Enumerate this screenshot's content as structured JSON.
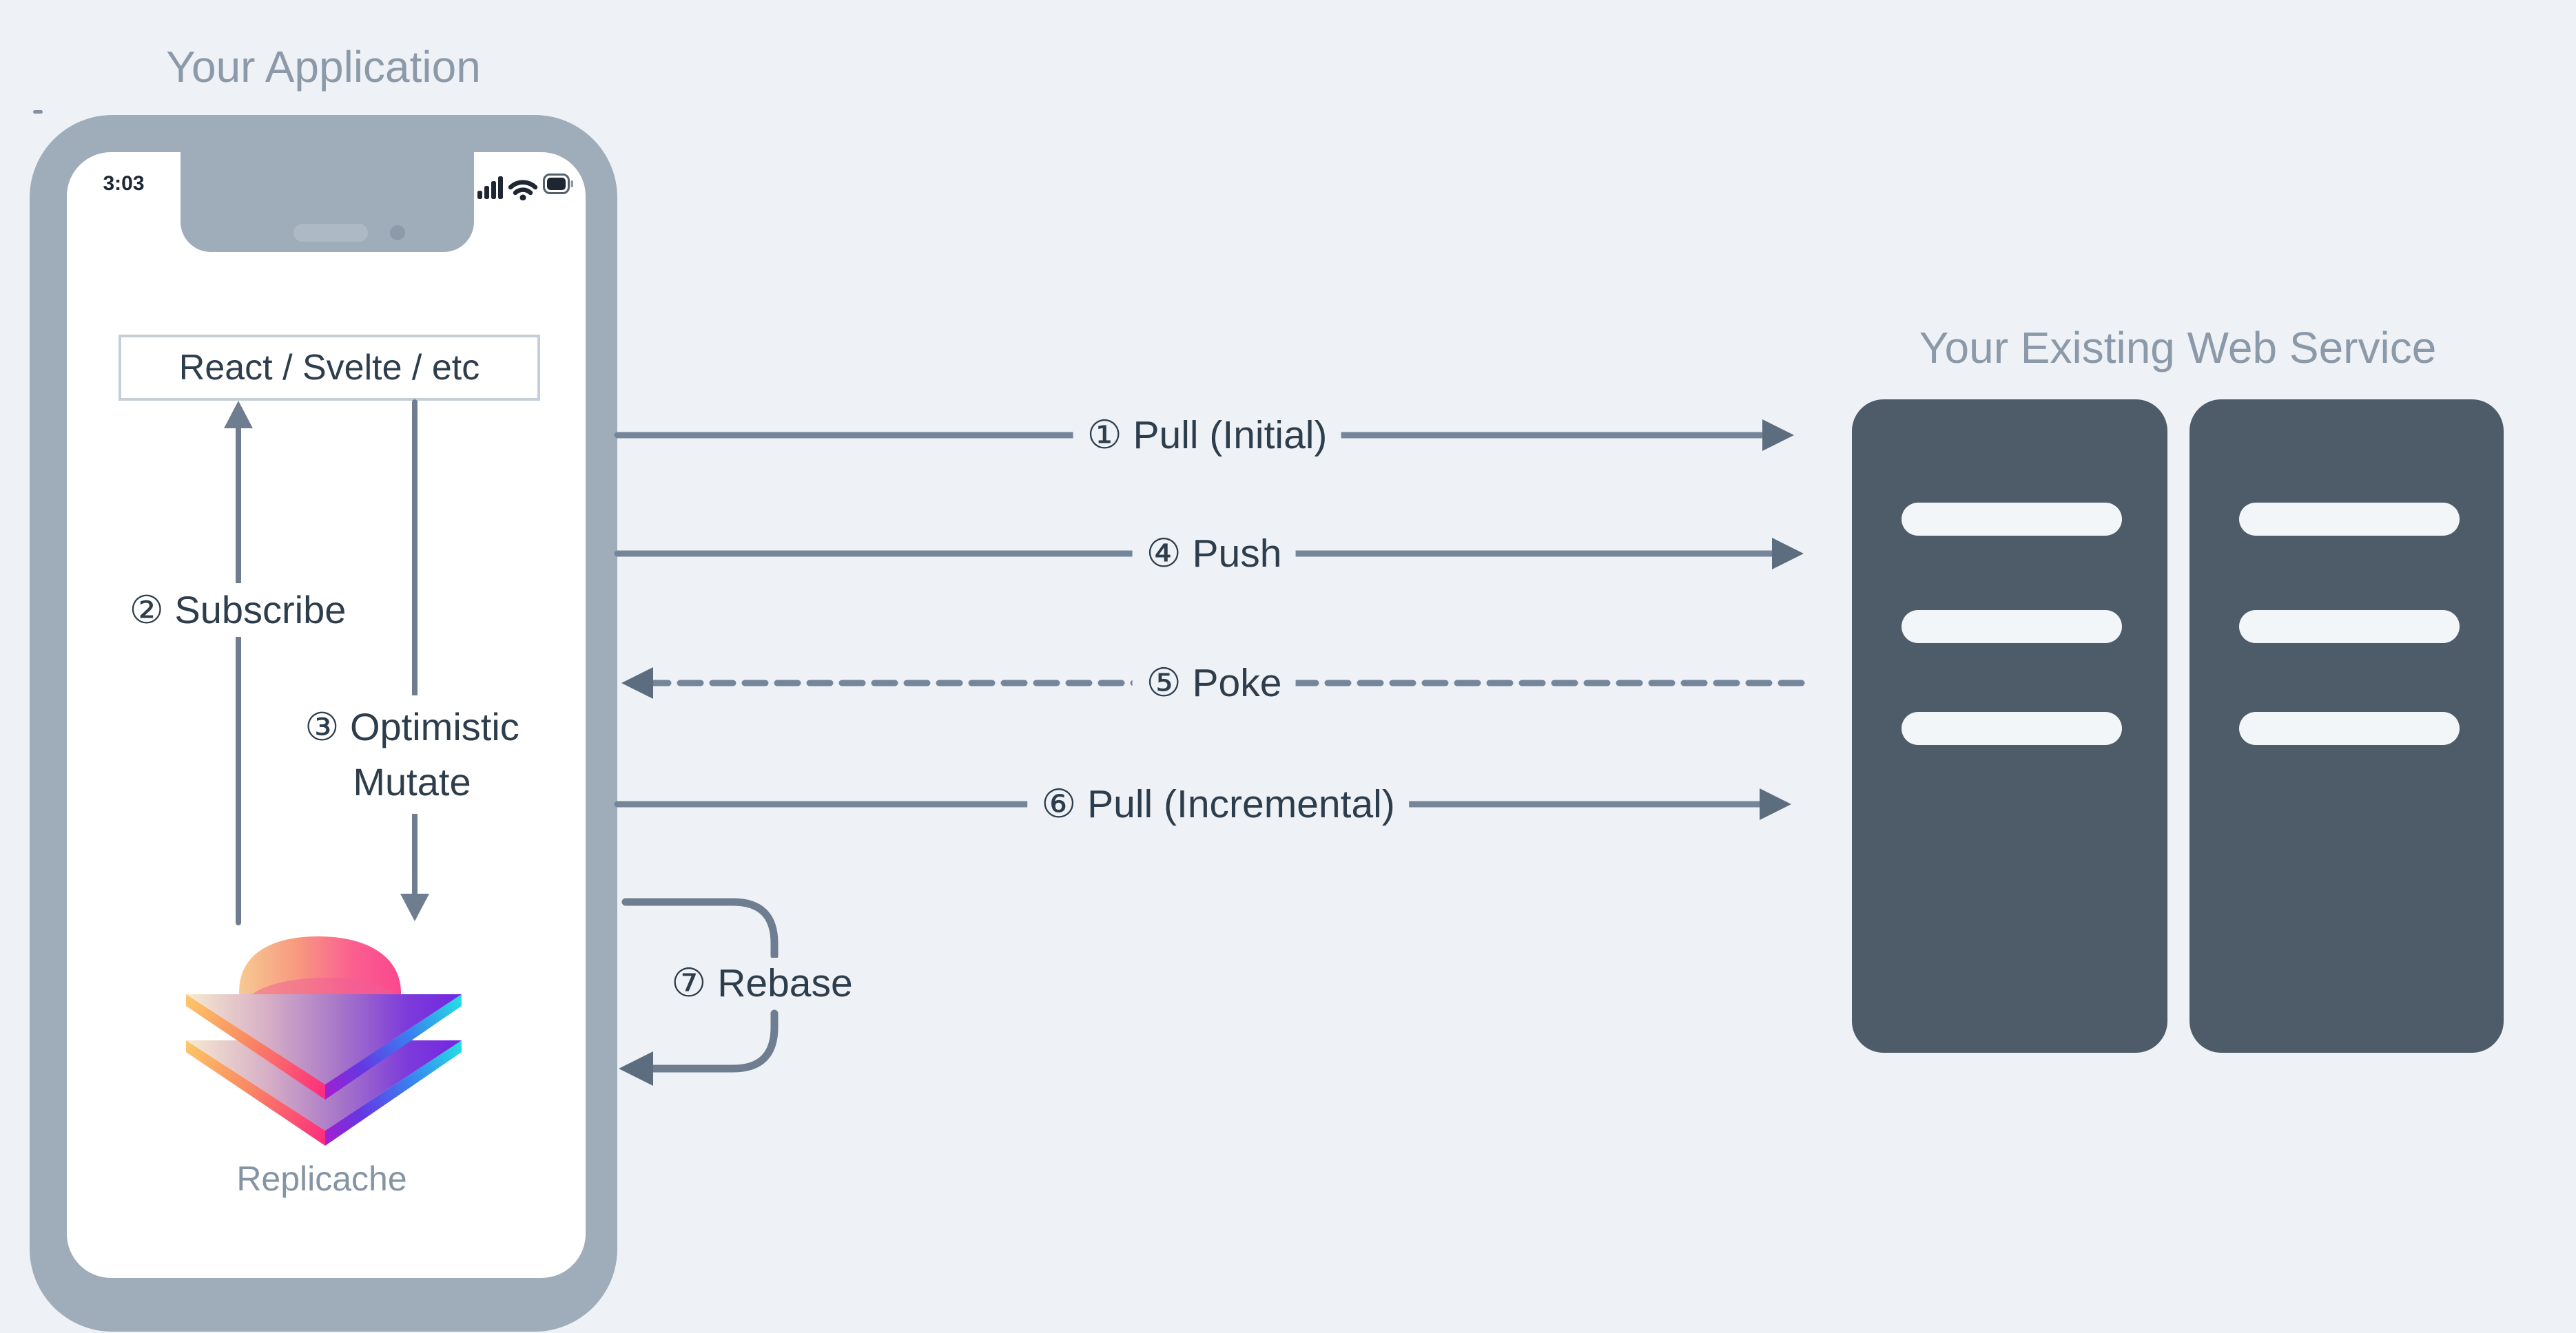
{
  "colors": {
    "background": "#eef2f6",
    "phone_bezel": "#9fadbb",
    "screen": "#ffffff",
    "connector": "#75859a",
    "connector_head": "#5c6d7f",
    "inner_connector": "#6e7e90",
    "label_text": "#2e3d4c",
    "muted_title": "#8b99a9",
    "server_fill": "#4d5c68",
    "server_slot": "#f3f6f8",
    "box_border": "#c5cfd9"
  },
  "app": {
    "title": "Your Application",
    "phone": {
      "status_time": "3:03",
      "status_icons": [
        "signal-bars-icon",
        "wifi-icon",
        "battery-icon"
      ],
      "framework_box": "React / Svelte / etc",
      "subscribe_label": "② Subscribe",
      "mutate_label_line1": "③ Optimistic",
      "mutate_label_line2": "Mutate",
      "logo_caption": "Replicache"
    }
  },
  "service": {
    "title": "Your Existing Web Service",
    "server_count": 2,
    "slots_per_server": 3
  },
  "flows": {
    "pull_initial": "① Pull (Initial)",
    "push": "④ Push",
    "poke": "⑤ Poke",
    "pull_incremental": "⑥ Pull (Incremental)",
    "rebase": "⑦ Rebase"
  }
}
